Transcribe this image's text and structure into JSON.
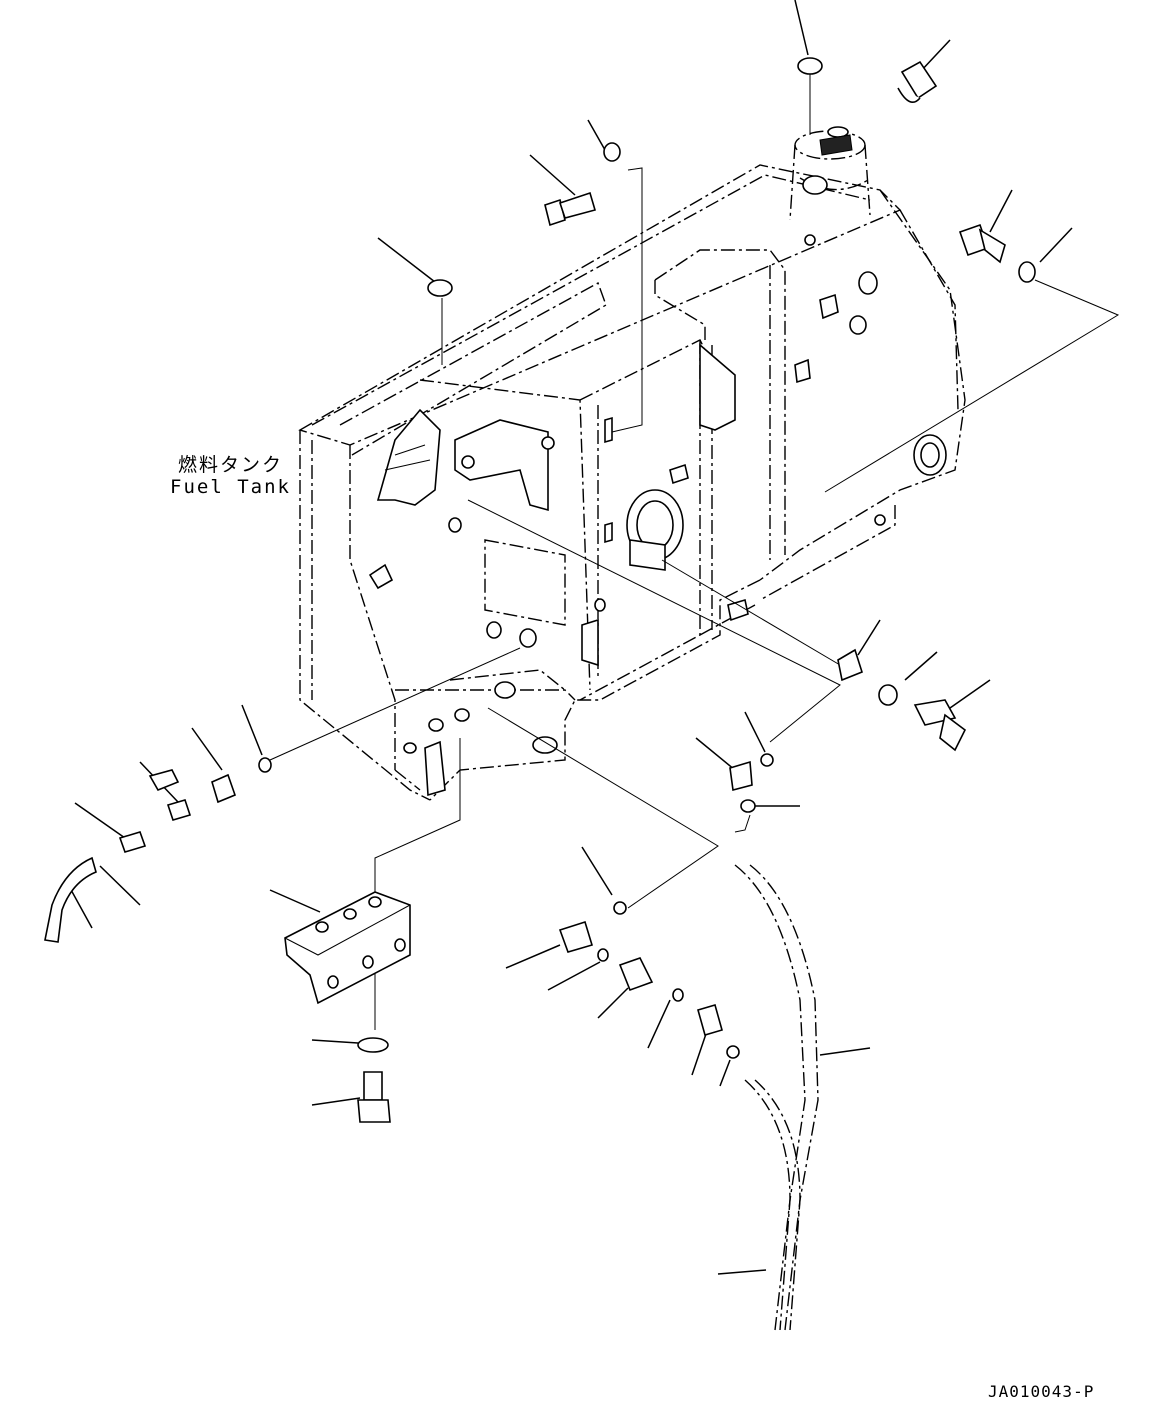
{
  "labels": {
    "fuel_tank_jp": "燃料タンク",
    "fuel_tank_en": "Fuel Tank",
    "drawing_id": "JA010043-P"
  }
}
